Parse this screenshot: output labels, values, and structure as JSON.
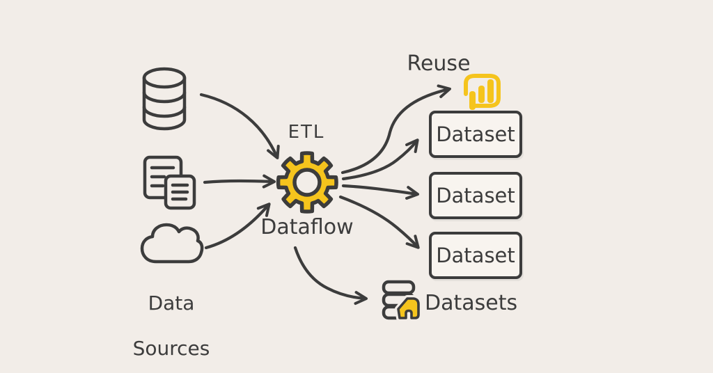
{
  "colors": {
    "background": "#F2EDE8",
    "ink": "#3C3C3C",
    "accent_yellow": "#F5C41D",
    "box_fill": "#F8F4EF"
  },
  "nodes": {
    "data_sources": {
      "label_line1": "Data",
      "label_line2": "Sources",
      "icon_names": [
        "database-icon",
        "documents-icon",
        "cloud-icon"
      ]
    },
    "etl": {
      "top_label": "ETL",
      "bottom_label": "Dataflow",
      "icon_name": "gear-icon"
    },
    "reuse": {
      "label": "Reuse",
      "icon_name": "powerbi-icon"
    },
    "dataset_boxes": [
      {
        "label": "Dataset"
      },
      {
        "label": "Dataset"
      },
      {
        "label": "Dataset"
      }
    ],
    "shared_datasets": {
      "label": "Datasets",
      "icon_name": "datasets-stack-icon"
    }
  },
  "edges": [
    {
      "name": "database-to-gear"
    },
    {
      "name": "documents-to-gear"
    },
    {
      "name": "cloud-to-gear"
    },
    {
      "name": "gear-to-reuse"
    },
    {
      "name": "gear-to-dataset-1"
    },
    {
      "name": "gear-to-dataset-2"
    },
    {
      "name": "gear-to-dataset-3"
    },
    {
      "name": "dataflow-to-datasets"
    }
  ]
}
